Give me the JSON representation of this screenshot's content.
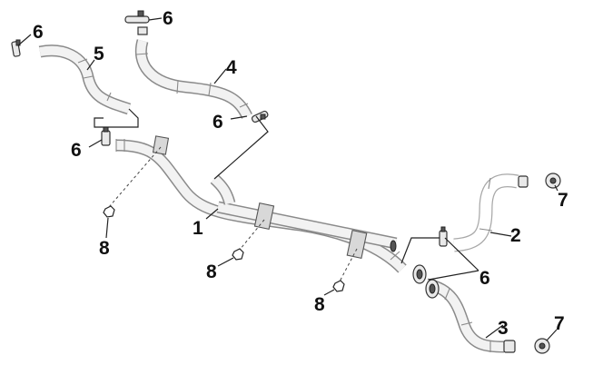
{
  "callouts": {
    "c1": "1",
    "c2": "2",
    "c3": "3",
    "c4": "4",
    "c5": "5",
    "c6a": "6",
    "c6b": "6",
    "c6c": "6",
    "c6d": "6",
    "c6e": "6",
    "c7a": "7",
    "c7b": "7",
    "c8a": "8",
    "c8b": "8",
    "c8c": "8"
  },
  "colors": {
    "line": "#8a8a8a",
    "background": "#ffffff",
    "text": "#111111"
  }
}
